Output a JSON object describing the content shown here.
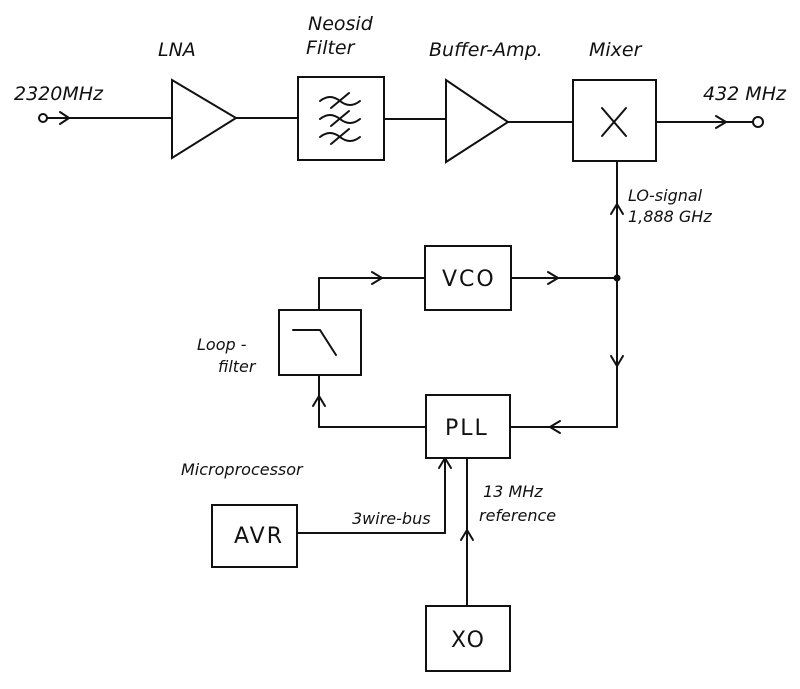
{
  "labels": {
    "input_freq": "2320MHz",
    "lna": "LNA",
    "filter_line1": "Neosid",
    "filter_line2": "Filter",
    "buffer_amp": "Buffer-Amp.",
    "mixer": "Mixer",
    "output_freq": "432 MHz",
    "lo_signal_line1": "LO-signal",
    "lo_signal_line2": "1,888 GHz",
    "vco": "VCO",
    "loop_filter_line1": "Loop -",
    "loop_filter_line2": "filter",
    "pll": "PLL",
    "microprocessor": "Microprocessor",
    "avr": "AVR",
    "bus": "3wire-bus",
    "ref_line1": "13 MHz",
    "ref_line2": "reference",
    "xo": "XO"
  }
}
